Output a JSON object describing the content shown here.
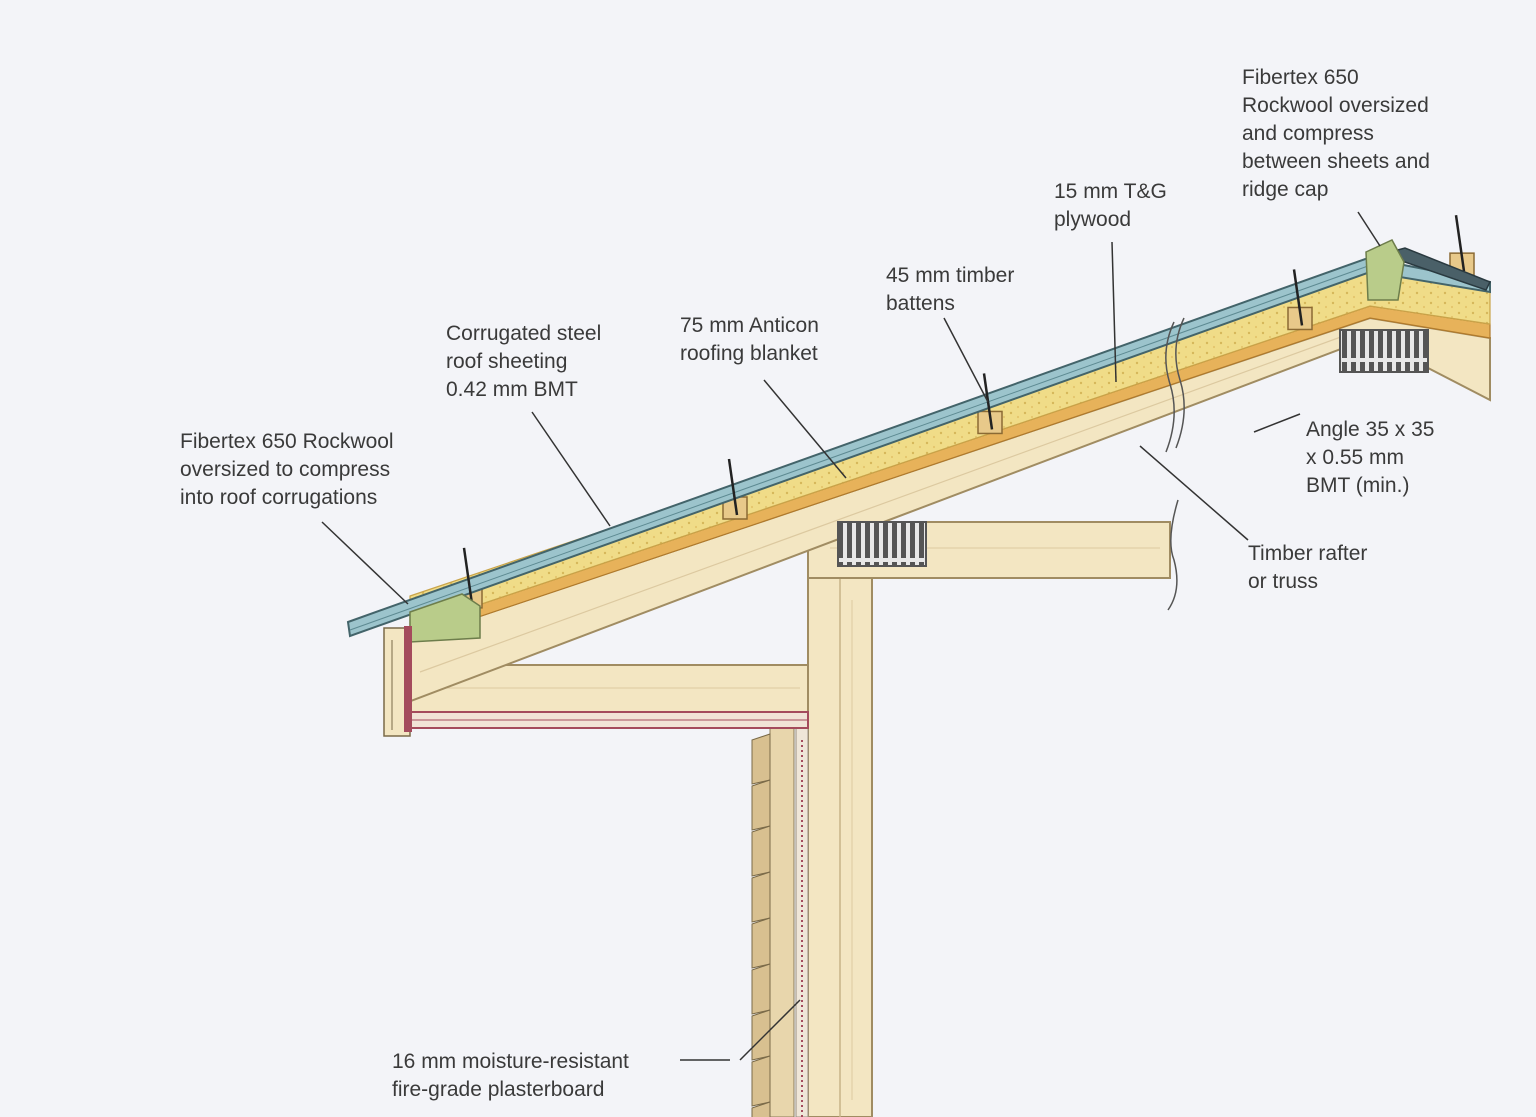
{
  "labels": {
    "ridge_fibertex": [
      "Fibertex 650",
      "Rockwool oversized",
      "and compress",
      "between sheets and",
      "ridge cap"
    ],
    "plywood": [
      "15 mm T&G",
      "plywood"
    ],
    "battens": [
      "45 mm timber",
      "battens"
    ],
    "blanket": [
      "75 mm Anticon",
      "roofing blanket"
    ],
    "sheeting": [
      "Corrugated steel",
      "roof sheeting",
      "0.42 mm BMT"
    ],
    "eave_fibertex": [
      "Fibertex 650 Rockwool",
      "oversized to compress",
      "into roof corrugations"
    ],
    "angle": [
      "Angle 35 x 35",
      "x 0.55 mm",
      "BMT (min.)"
    ],
    "rafter": [
      "Timber rafter",
      "or truss"
    ],
    "plasterboard": [
      "16 mm moisture-resistant",
      "fire-grade plasterboard"
    ]
  },
  "colors": {
    "background": "#f3f4f8",
    "steel": "#9cc4cc",
    "insulation": "#f0dc88",
    "timber": "#f3e6c2",
    "plywood": "#e7b25a",
    "rockwool_plug": "#b9cc8a",
    "lining": "#a44b5c",
    "leader": "#333333"
  }
}
